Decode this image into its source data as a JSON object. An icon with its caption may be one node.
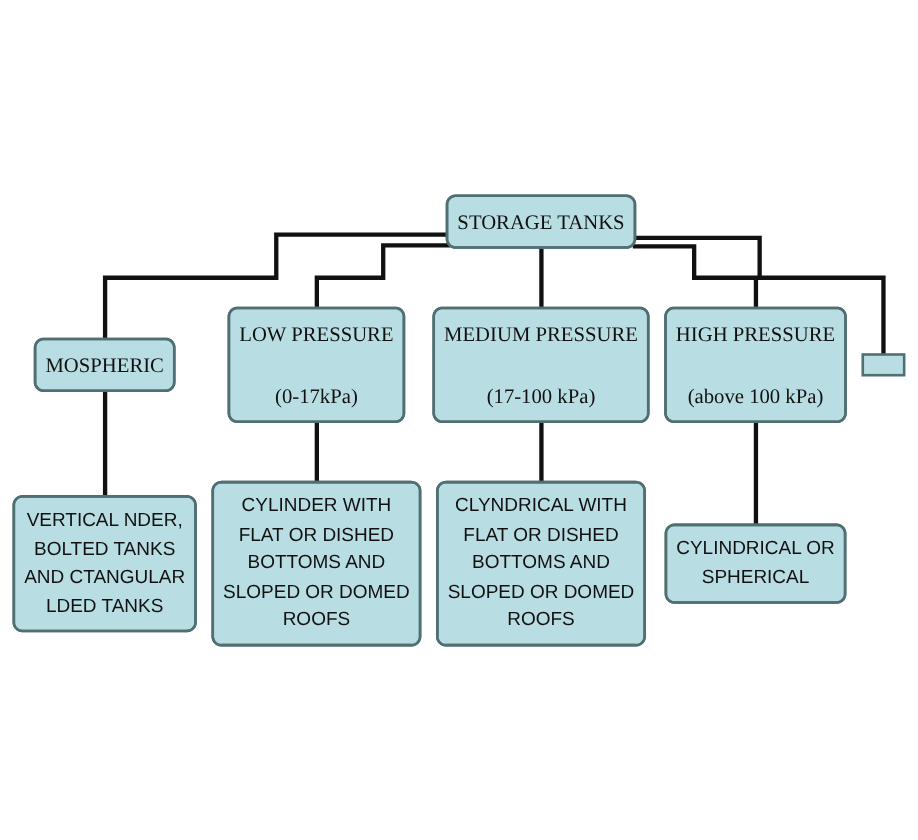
{
  "diagram": {
    "nodes": [
      {
        "text": [
          "STORAGE TANKS"
        ]
      },
      {
        "text": [
          "MOSPHERIC"
        ]
      },
      {
        "text": [
          "LOW PRESSURE",
          "(0-17kPa)"
        ]
      },
      {
        "text": [
          "MEDIUM PRESSURE",
          "(17-100 kPa)"
        ]
      },
      {
        "text": [
          "HIGH PRESSURE",
          "(above 100 kPa)"
        ]
      },
      {
        "text": [],
        "shape": "box"
      },
      {
        "text": [
          "VERTICAL NDER, BOLTED TANKS AND CTANGULAR LDED TANKS"
        ]
      },
      {
        "text": [
          "CYLINDER WITH FLAT OR DISHED BOTTOMS AND SLOPED OR DOMED ROOFS"
        ]
      },
      {
        "text": [
          "CLYNDRICAL WITH FLAT OR DISHED BOTTOMS AND SLOPED OR DOMED ROOFS"
        ]
      },
      {
        "text": [
          "CYLINDRICAL OR SPHERICAL"
        ]
      }
    ],
    "edges": [
      {
        "from": 0,
        "to": 1,
        "arrow": "none"
      },
      {
        "from": 0,
        "to": 2,
        "arrow": "none"
      },
      {
        "from": 0,
        "to": 3,
        "arrow": "none"
      },
      {
        "from": 0,
        "to": 4,
        "arrow": "none"
      },
      {
        "from": 0,
        "to": 5,
        "arrow": "none"
      },
      {
        "from": 1,
        "to": 6,
        "arrow": "none"
      },
      {
        "from": 2,
        "to": 7,
        "arrow": "none"
      },
      {
        "from": 3,
        "to": 8,
        "arrow": "none"
      },
      {
        "from": 4,
        "to": 9,
        "arrow": "none"
      }
    ]
  }
}
